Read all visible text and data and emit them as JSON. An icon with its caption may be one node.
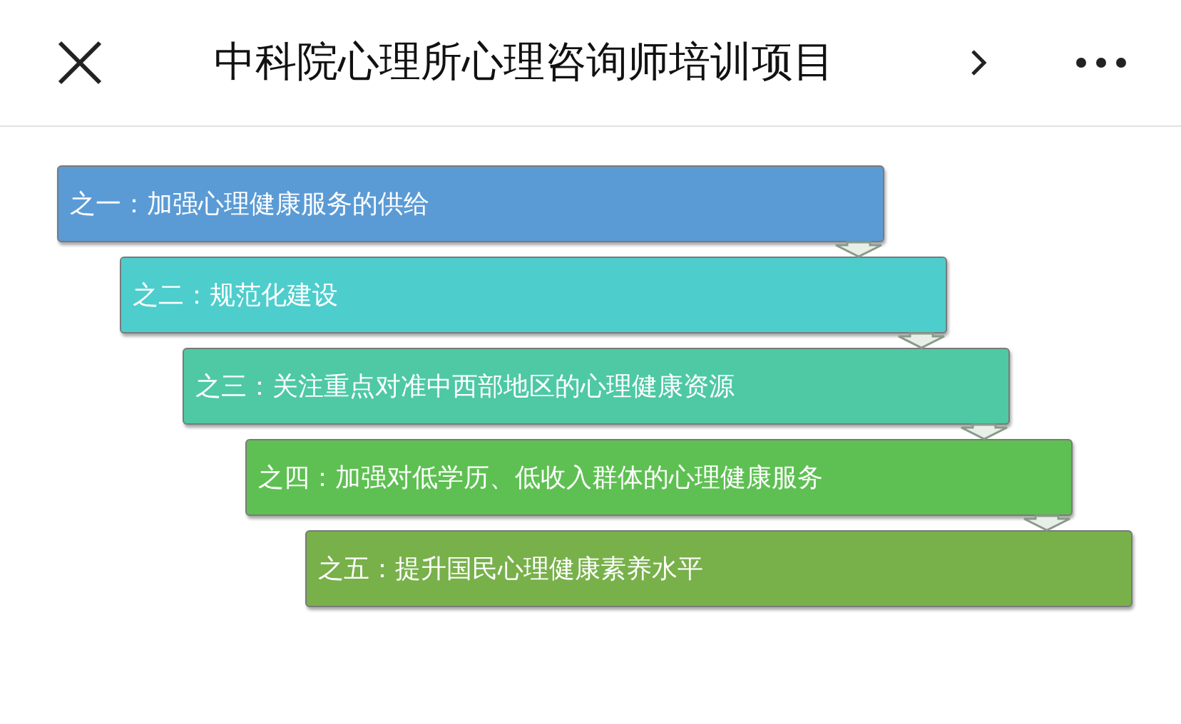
{
  "diagram": {
    "title": "中科院心理所心理咨询师培训项目",
    "nodes": [
      {
        "text": [
          "之一：加强心理健康服务的供给"
        ]
      },
      {
        "text": [
          "之二：规范化建设"
        ]
      },
      {
        "text": [
          "之三：关注重点对准中西部地区的心理健康资源"
        ]
      },
      {
        "text": [
          "之四：加强对低学历、低收入群体的心理健康服务"
        ]
      },
      {
        "text": [
          "之五：提升国民心理健康素养水平"
        ]
      }
    ],
    "edges": [
      {
        "from": 0,
        "to": 1,
        "arrow": "to"
      },
      {
        "from": 1,
        "to": 2,
        "arrow": "to"
      },
      {
        "from": 2,
        "to": 3,
        "arrow": "to"
      },
      {
        "from": 3,
        "to": 4,
        "arrow": "to"
      }
    ]
  }
}
